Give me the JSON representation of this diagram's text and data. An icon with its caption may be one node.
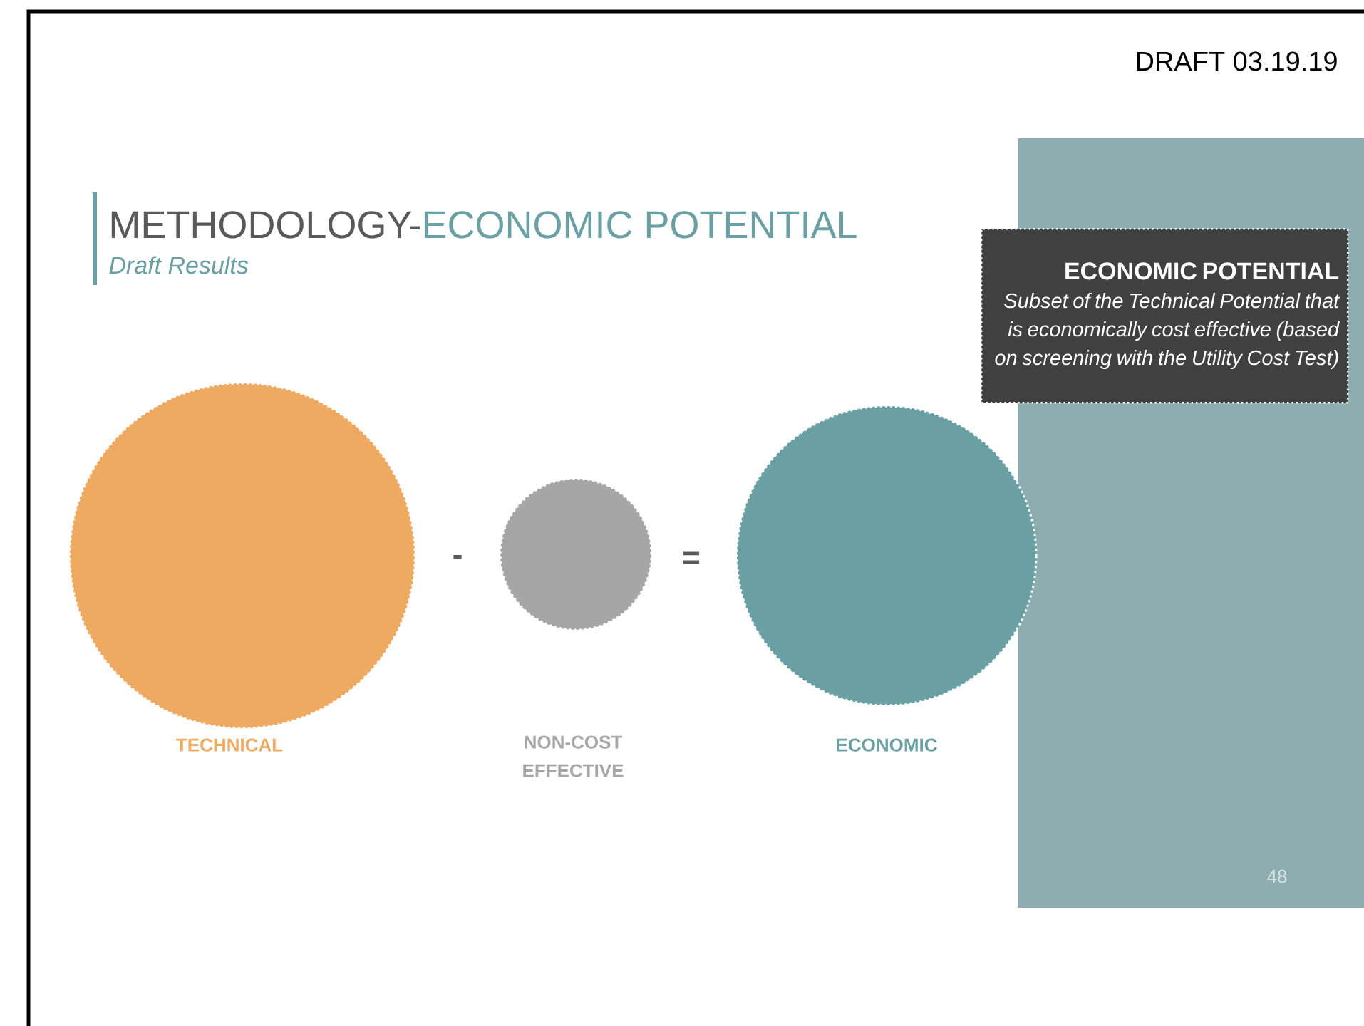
{
  "diagram": {
    "nodes": [
      {
        "text": [],
        "shape": "circle",
        "beside": [
          "TECHNICAL"
        ]
      },
      {
        "text": [],
        "shape": "circle"
      },
      {
        "text": [],
        "shape": "circle",
        "beside": [
          "ECONOMIC"
        ]
      },
      {
        "text": [
          "ECONOMIC POTENTIAL",
          "Subset of the Technical Potential that is economically cost effective (based on screening with the Utility Cost Test)"
        ]
      }
    ],
    "edges": [],
    "labels": [
      "DRAFT 03.19.19",
      "METHODOLOGY-",
      "ECONOMIC POTENTIAL",
      "Draft Results",
      "-",
      "=",
      "NON-COST EFFECTIVE",
      "48"
    ]
  }
}
